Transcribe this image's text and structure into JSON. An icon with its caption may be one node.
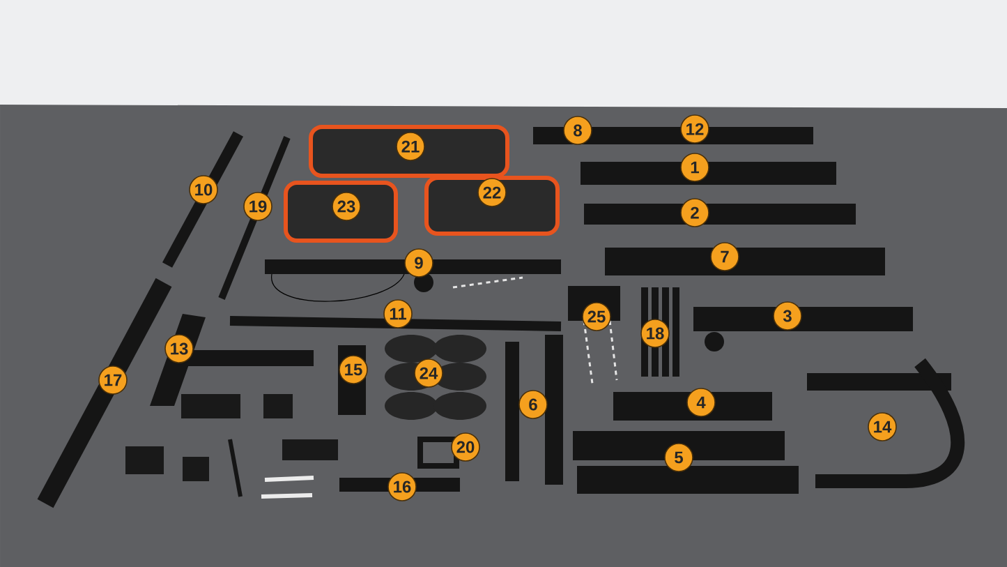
{
  "diagram": {
    "labels": [
      "12",
      "8",
      "21",
      "1",
      "10",
      "22",
      "23",
      "19",
      "2",
      "7",
      "9",
      "11",
      "3",
      "25",
      "18",
      "13",
      "15",
      "24",
      "17",
      "4",
      "6",
      "14",
      "20",
      "5",
      "16"
    ]
  }
}
